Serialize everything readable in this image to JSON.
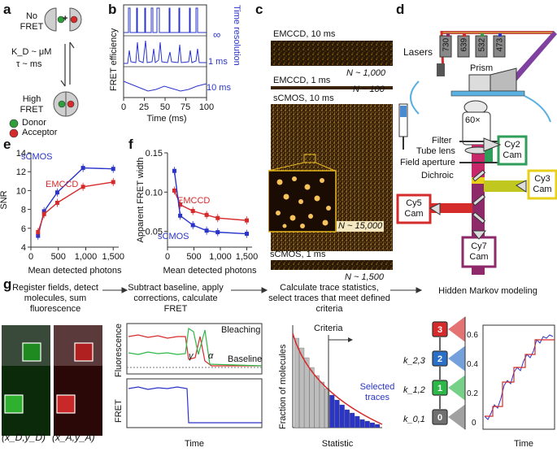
{
  "panel_letters": {
    "a": "a",
    "b": "b",
    "c": "c",
    "d": "d",
    "e": "e",
    "f": "f",
    "g": "g"
  },
  "panel_a": {
    "no_fret_line1": "No",
    "no_fret_line2": "FRET",
    "plus": "+",
    "kd": "K_D ~ μM",
    "tau": "τ ~ ms",
    "high_fret_line1": "High",
    "high_fret_line2": "FRET",
    "legend_donor": "Donor",
    "legend_acceptor": "Acceptor",
    "donor_color": "#2e9e3a",
    "acceptor_color": "#d62b2b"
  },
  "panel_b": {
    "ylabel": "FRET efficiency",
    "xlabel": "Time (ms)",
    "xticks": [
      "0",
      "25",
      "50",
      "75",
      "100"
    ],
    "side_title": "Time resolution",
    "trace_labels": [
      "∞",
      "1 ms",
      "10 ms"
    ],
    "trace_color": "#2a35c8"
  },
  "panel_c": {
    "emccd_10": "EMCCD, 10 ms",
    "emccd_10_n": "N ~ 1,000",
    "emccd_1": "EMCCD, 1 ms",
    "emccd_1_n": "N ~ 100",
    "scmos_10": "sCMOS, 10 ms",
    "scmos_10_n": "N ~ 15,000",
    "scmos_1": "sCMOS, 1 ms",
    "scmos_1_n": "N ~ 1,500"
  },
  "panel_d": {
    "lasers": "Lasers",
    "laser_lines": [
      "730",
      "639",
      "532",
      "473"
    ],
    "prism": "Prism",
    "objective": "60×",
    "filter": "Filter",
    "tube_lens": "Tube lens",
    "field_aperture": "Field aperture",
    "dichroic": "Dichroic",
    "cameras": [
      "Cy2 Cam",
      "Cy3 Cam",
      "Cy5 Cam",
      "Cy7 Cam"
    ],
    "camera_colors": [
      "#2e9e5a",
      "#e8d01a",
      "#d62b2b",
      "#8e2a6a"
    ]
  },
  "chart_data": [
    {
      "type": "line",
      "panel": "e",
      "xlabel": "Mean detected photons",
      "ylabel": "SNR",
      "xlim": [
        0,
        1600
      ],
      "ylim": [
        4,
        14
      ],
      "xticks": [
        "0",
        "500",
        "1,000",
        "1,500"
      ],
      "yticks": [
        "4",
        "6",
        "8",
        "10",
        "12",
        "14"
      ],
      "series": [
        {
          "name": "sCMOS",
          "color": "#2a35c8",
          "x": [
            130,
            240,
            480,
            950,
            1500
          ],
          "y": [
            5.2,
            7.8,
            9.8,
            12.4,
            12.3
          ]
        },
        {
          "name": "EMCCD",
          "color": "#d62b2b",
          "x": [
            130,
            240,
            480,
            950,
            1500
          ],
          "y": [
            5.6,
            7.5,
            8.7,
            10.4,
            10.9
          ]
        }
      ]
    },
    {
      "type": "line",
      "panel": "f",
      "xlabel": "Mean detected photons",
      "ylabel": "Apparent FRET width",
      "xlim": [
        0,
        1600
      ],
      "ylim": [
        0.03,
        0.15
      ],
      "xticks": [
        "0",
        "500",
        "1,000",
        "1,500"
      ],
      "yticks": [
        "0.05",
        "0.10",
        "0.15"
      ],
      "series": [
        {
          "name": "EMCCD",
          "color": "#d62b2b",
          "x": [
            130,
            240,
            480,
            740,
            950,
            1500
          ],
          "y": [
            0.102,
            0.084,
            0.076,
            0.071,
            0.067,
            0.064
          ]
        },
        {
          "name": "sCMOS",
          "color": "#2a35c8",
          "x": [
            130,
            240,
            480,
            740,
            950,
            1500
          ],
          "y": [
            0.127,
            0.07,
            0.058,
            0.051,
            0.049,
            0.047
          ]
        }
      ]
    }
  ],
  "panel_g": {
    "steps": [
      "Register fields, detect molecules, sum fluorescence",
      "Subtract baseline, apply corrections, calculate FRET",
      "Calculate trace statistics, select traces that meet defined criteria",
      "Hidden Markov modeling"
    ],
    "coord_donor": "(x_D,y_D)",
    "coord_acceptor": "(x_A,y_A)",
    "fluorescence": "Fluorescence",
    "fret": "FRET",
    "time": "Time",
    "bleaching": "Bleaching",
    "baseline": "Baseline",
    "gamma": "γ",
    "alpha": "α",
    "hist_ylabel": "Fraction of molecules",
    "hist_xlabel": "Statistic",
    "criteria": "Criteria",
    "selected_traces": "Selected traces",
    "states": [
      "3",
      "2",
      "1",
      "0"
    ],
    "state_colors": [
      "#d62b2b",
      "#2a6fc8",
      "#2eb84a",
      "#707070"
    ],
    "rates": [
      "k_2,3",
      "k_1,2",
      "k_0,1"
    ],
    "hmm_yticks": [
      "0.6",
      "0.4",
      "0.2",
      "0"
    ],
    "hmm_xlabel": "Time"
  }
}
